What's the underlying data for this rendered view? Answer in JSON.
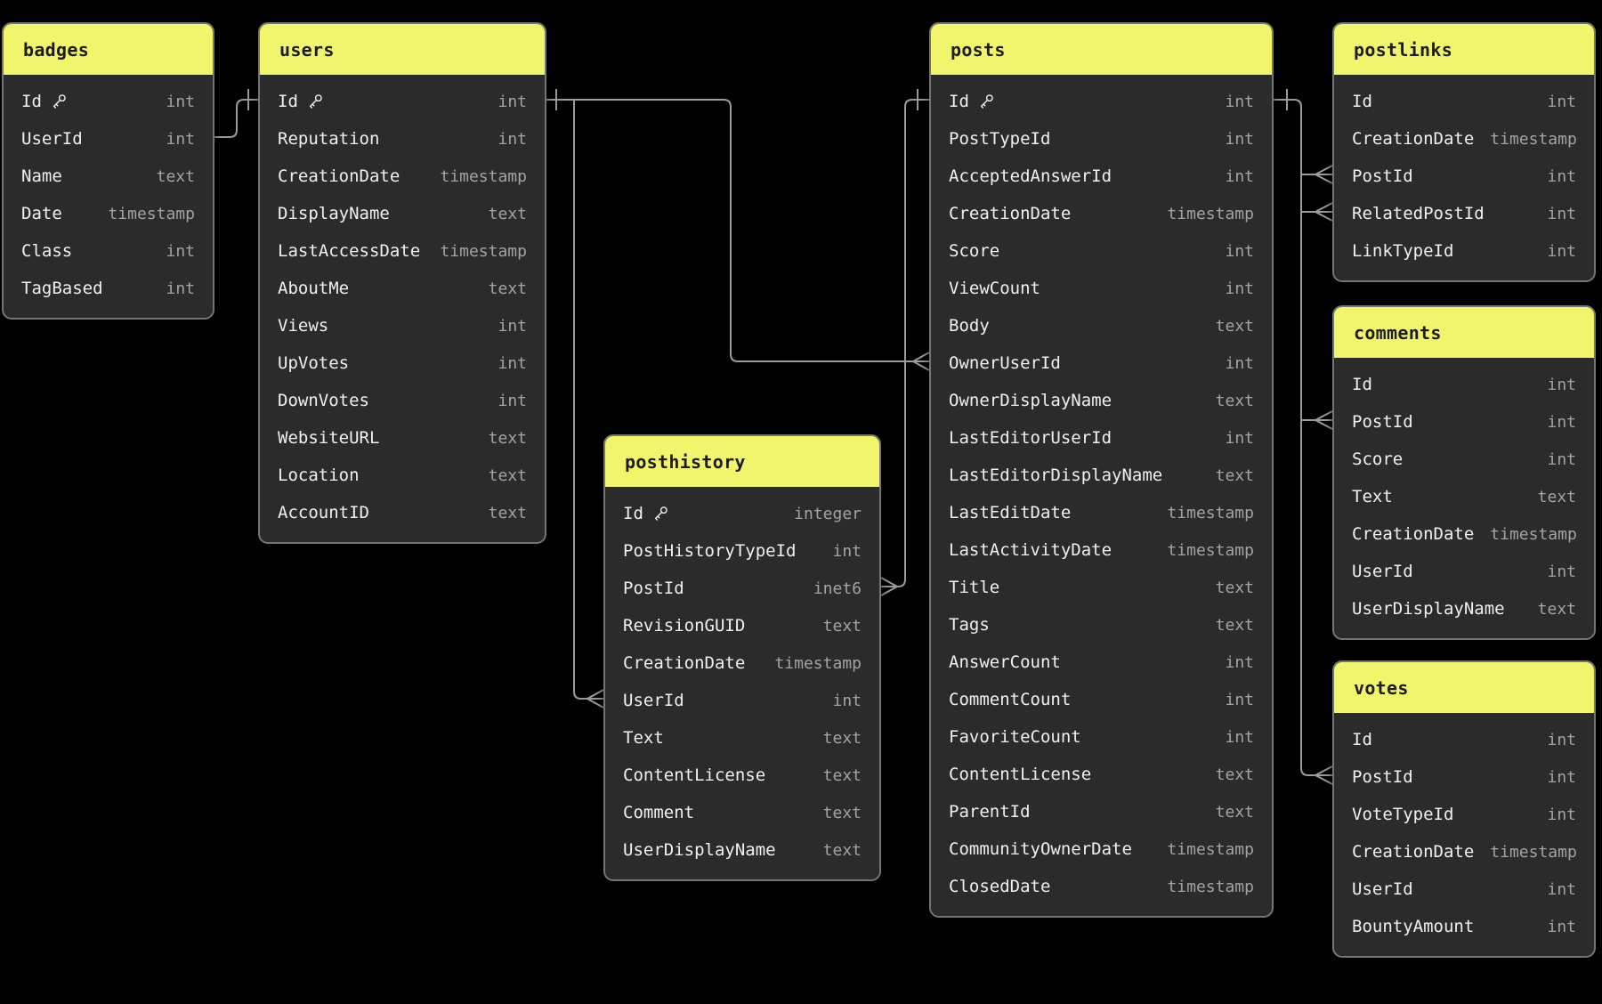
{
  "diagram": {
    "colors": {
      "canvas_background": "#000000",
      "table_background": "#2b2b2b",
      "table_border": "#757575",
      "header_background": "#f1f56b",
      "header_text": "#1d1d1d",
      "column_text": "#f0f0f0",
      "type_text": "#a3a3a3",
      "relation_line": "#9c9c9c"
    },
    "tables": [
      {
        "name": "badges",
        "columns": [
          {
            "name": "Id",
            "type": "int",
            "key": true
          },
          {
            "name": "UserId",
            "type": "int"
          },
          {
            "name": "Name",
            "type": "text"
          },
          {
            "name": "Date",
            "type": "timestamp"
          },
          {
            "name": "Class",
            "type": "int"
          },
          {
            "name": "TagBased",
            "type": "int"
          }
        ]
      },
      {
        "name": "users",
        "columns": [
          {
            "name": "Id",
            "type": "int",
            "key": true
          },
          {
            "name": "Reputation",
            "type": "int"
          },
          {
            "name": "CreationDate",
            "type": "timestamp"
          },
          {
            "name": "DisplayName",
            "type": "text"
          },
          {
            "name": "LastAccessDate",
            "type": "timestamp"
          },
          {
            "name": "AboutMe",
            "type": "text"
          },
          {
            "name": "Views",
            "type": "int"
          },
          {
            "name": "UpVotes",
            "type": "int"
          },
          {
            "name": "DownVotes",
            "type": "int"
          },
          {
            "name": "WebsiteURL",
            "type": "text"
          },
          {
            "name": "Location",
            "type": "text"
          },
          {
            "name": "AccountID",
            "type": "text"
          }
        ]
      },
      {
        "name": "posthistory",
        "columns": [
          {
            "name": "Id",
            "type": "integer",
            "key": true
          },
          {
            "name": "PostHistoryTypeId",
            "type": "int"
          },
          {
            "name": "PostId",
            "type": "inet6"
          },
          {
            "name": "RevisionGUID",
            "type": "text"
          },
          {
            "name": "CreationDate",
            "type": "timestamp"
          },
          {
            "name": "UserId",
            "type": "int"
          },
          {
            "name": "Text",
            "type": "text"
          },
          {
            "name": "ContentLicense",
            "type": "text"
          },
          {
            "name": "Comment",
            "type": "text"
          },
          {
            "name": "UserDisplayName",
            "type": "text"
          }
        ]
      },
      {
        "name": "posts",
        "columns": [
          {
            "name": "Id",
            "type": "int",
            "key": true
          },
          {
            "name": "PostTypeId",
            "type": "int"
          },
          {
            "name": "AcceptedAnswerId",
            "type": "int"
          },
          {
            "name": "CreationDate",
            "type": "timestamp"
          },
          {
            "name": "Score",
            "type": "int"
          },
          {
            "name": "ViewCount",
            "type": "int"
          },
          {
            "name": "Body",
            "type": "text"
          },
          {
            "name": "OwnerUserId",
            "type": "int"
          },
          {
            "name": "OwnerDisplayName",
            "type": "text"
          },
          {
            "name": "LastEditorUserId",
            "type": "int"
          },
          {
            "name": "LastEditorDisplayName",
            "type": "text"
          },
          {
            "name": "LastEditDate",
            "type": "timestamp"
          },
          {
            "name": "LastActivityDate",
            "type": "timestamp"
          },
          {
            "name": "Title",
            "type": "text"
          },
          {
            "name": "Tags",
            "type": "text"
          },
          {
            "name": "AnswerCount",
            "type": "int"
          },
          {
            "name": "CommentCount",
            "type": "int"
          },
          {
            "name": "FavoriteCount",
            "type": "int"
          },
          {
            "name": "ContentLicense",
            "type": "text"
          },
          {
            "name": "ParentId",
            "type": "text"
          },
          {
            "name": "CommunityOwnerDate",
            "type": "timestamp"
          },
          {
            "name": "ClosedDate",
            "type": "timestamp"
          }
        ]
      },
      {
        "name": "postlinks",
        "columns": [
          {
            "name": "Id",
            "type": "int"
          },
          {
            "name": "CreationDate",
            "type": "timestamp"
          },
          {
            "name": "PostId",
            "type": "int"
          },
          {
            "name": "RelatedPostId",
            "type": "int"
          },
          {
            "name": "LinkTypeId",
            "type": "int"
          }
        ]
      },
      {
        "name": "comments",
        "columns": [
          {
            "name": "Id",
            "type": "int"
          },
          {
            "name": "PostId",
            "type": "int"
          },
          {
            "name": "Score",
            "type": "int"
          },
          {
            "name": "Text",
            "type": "text"
          },
          {
            "name": "CreationDate",
            "type": "timestamp"
          },
          {
            "name": "UserId",
            "type": "int"
          },
          {
            "name": "UserDisplayName",
            "type": "text"
          }
        ]
      },
      {
        "name": "votes",
        "columns": [
          {
            "name": "Id",
            "type": "int"
          },
          {
            "name": "PostId",
            "type": "int"
          },
          {
            "name": "VoteTypeId",
            "type": "int"
          },
          {
            "name": "CreationDate",
            "type": "timestamp"
          },
          {
            "name": "UserId",
            "type": "int"
          },
          {
            "name": "BountyAmount",
            "type": "int"
          }
        ]
      }
    ],
    "relations": [
      {
        "from": "badges.UserId",
        "to": "users.Id",
        "from_cardinality": "many",
        "to_cardinality": "one"
      },
      {
        "from": "posthistory.UserId",
        "to": "users.Id",
        "from_cardinality": "many",
        "to_cardinality": "one"
      },
      {
        "from": "posts.OwnerUserId",
        "to": "users.Id",
        "from_cardinality": "many",
        "to_cardinality": "one"
      },
      {
        "from": "posthistory.PostId",
        "to": "posts.Id",
        "from_cardinality": "many",
        "to_cardinality": "one"
      },
      {
        "from": "postlinks.PostId",
        "to": "posts.Id",
        "from_cardinality": "many",
        "to_cardinality": "one"
      },
      {
        "from": "postlinks.RelatedPostId",
        "to": "posts.Id",
        "from_cardinality": "many",
        "to_cardinality": "one"
      },
      {
        "from": "comments.PostId",
        "to": "posts.Id",
        "from_cardinality": "many",
        "to_cardinality": "one"
      },
      {
        "from": "votes.PostId",
        "to": "posts.Id",
        "from_cardinality": "many",
        "to_cardinality": "one"
      }
    ]
  }
}
